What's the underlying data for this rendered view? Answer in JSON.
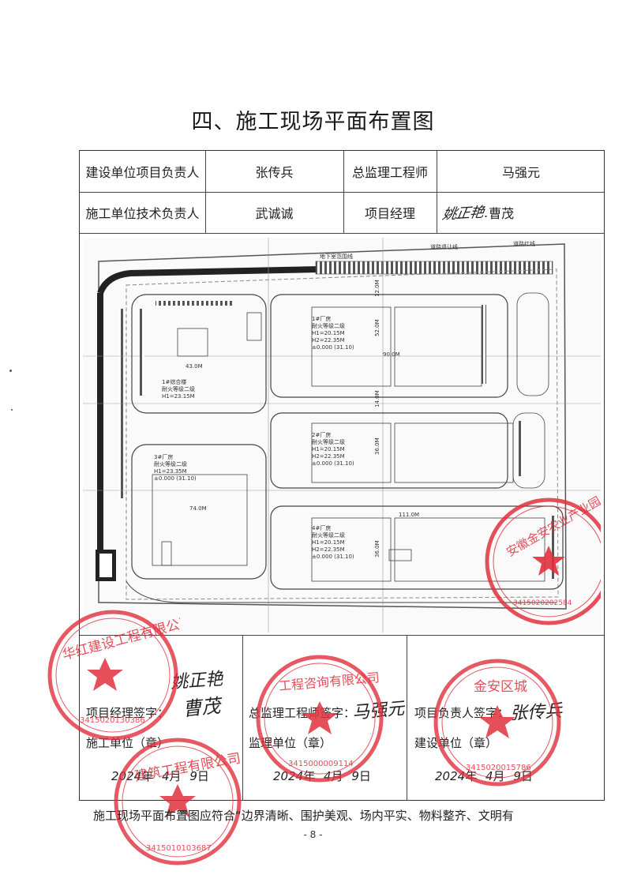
{
  "page": {
    "title": "四、施工现场平面布置图",
    "footer_text": "施工现场平面布置图应符合“边界清晰、围护美观、场内平实、物料整齐、文明有",
    "page_number": "- 8 -"
  },
  "info_table": {
    "row1": {
      "label1": "建设单位项目负责人",
      "value1": "张传兵",
      "label2": "总监理工程师",
      "value2": "马强元"
    },
    "row2": {
      "label1": "施工单位技术负责人",
      "value1": "武诚诚",
      "label2": "项目经理",
      "value2_handwritten": "姚正艳",
      "value2": "曹茂"
    }
  },
  "site_plan": {
    "top_labels": [
      "地下室范围线",
      "道路退让线",
      "道路红线"
    ],
    "buildings": [
      {
        "name": "1#综合楼",
        "info": [
          "耐火等级二级",
          "H1=23.15M"
        ],
        "width": "43.0M"
      },
      {
        "name": "1#厂房",
        "info": [
          "耐火等级二级",
          "H1=20.15M",
          "H2=22.35M",
          "±0.000 (31.10)"
        ],
        "depth": "52.0M",
        "width": "90.0M"
      },
      {
        "name": "2#厂房",
        "info": [
          "耐火等级二级",
          "H1=20.15M",
          "H2=22.35M",
          "±0.000 (31.10)"
        ],
        "depth": "36.0M"
      },
      {
        "name": "3#厂房",
        "info": [
          "耐火等级二级",
          "H1=23.35M",
          "±0.000 (31.10)"
        ],
        "width": "74.0M"
      },
      {
        "name": "4#厂房",
        "info": [
          "耐火等级二级",
          "H1=20.15M",
          "H2=22.35M",
          "±0.000 (31.10)"
        ],
        "depth": "36.0M",
        "width": "111.0M"
      }
    ],
    "dims": [
      "12.0M",
      "14.0M",
      "36.0M"
    ]
  },
  "signatures": {
    "col1": {
      "handwritten_top": "姚正艳",
      "label": "项目经理签字：",
      "handwritten": "曹茂",
      "unit_label": "施工单位（章）",
      "year": "2024",
      "month": "4",
      "day": "9",
      "year_suffix": "年",
      "month_suffix": "月",
      "day_suffix": "日"
    },
    "col2": {
      "label": "总监理工程师签字：",
      "handwritten": "马强元",
      "unit_label": "监理单位（章）",
      "year": "2024",
      "month": "4",
      "day": "9",
      "year_suffix": "年",
      "month_suffix": "月",
      "day_suffix": "日"
    },
    "col3": {
      "label": "项目负责人签字：",
      "handwritten": "张传兵",
      "unit_label": "建设单位（章）",
      "year": "2024",
      "month": "4",
      "day": "9",
      "year_suffix": "年",
      "month_suffix": "月",
      "day_suffix": "日"
    }
  },
  "seals": {
    "seal1_text": "华红建设工程有限公司",
    "seal1_code": "3415020130386",
    "seal2_text": "建筑工程有限公司",
    "seal2_code": "3415010103687",
    "seal3_text": "工程咨询有限公司",
    "seal3_code": "3415000009114",
    "seal4_text": "金安区城",
    "seal4_code": "3415020015786",
    "seal5_text": "安徽金安农业产业园",
    "seal5_code": "3415020202584"
  },
  "colors": {
    "seal_red": "#e0303c",
    "ink": "#1a1a1a",
    "plan_line": "#444444"
  }
}
